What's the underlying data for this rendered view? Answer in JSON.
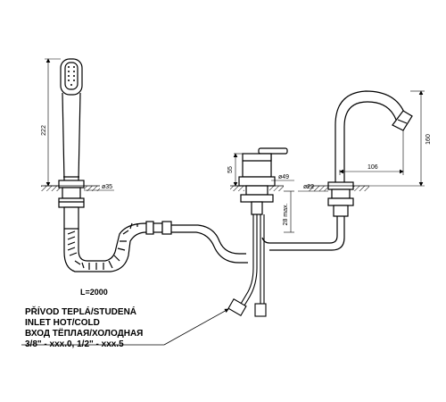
{
  "dimensions": {
    "shower_height": "222",
    "shower_base_dia": "ø35",
    "hose_length": "L=2000",
    "mixer_height": "55",
    "mixer_dia": "ø49",
    "mixer_hole": "28 max.",
    "spout_hole": "ø22",
    "spout_reach": "106",
    "spout_height": "160"
  },
  "note": {
    "line1": "PŘÍVOD TEPLÁ/STUDENÁ",
    "line2": "INLET HOT/COLD",
    "line3": "ВХОД ТЁПЛАЯ/ХОЛОДНАЯ",
    "line4": "3/8\" - xxx.0, 1/2\" - xxx.5"
  }
}
